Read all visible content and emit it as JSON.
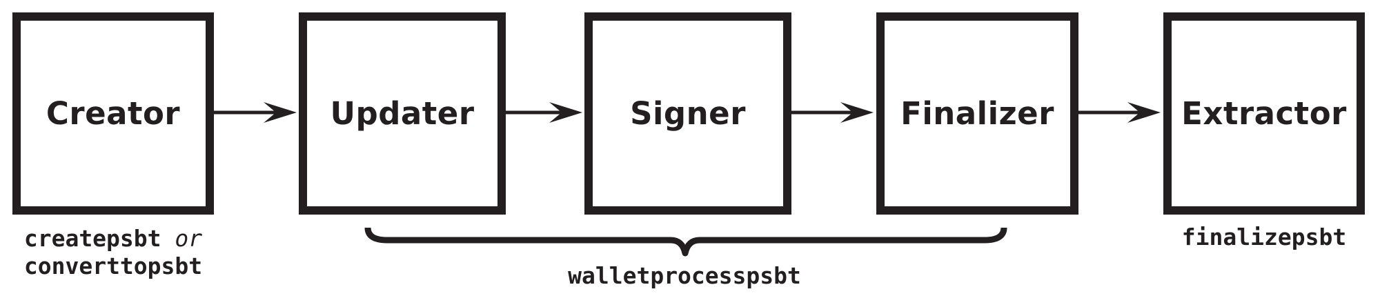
{
  "colors": {
    "ink": "#231f20",
    "background": "#ffffff"
  },
  "boxes": [
    {
      "label": "Creator"
    },
    {
      "label": "Updater"
    },
    {
      "label": "Signer"
    },
    {
      "label": "Finalizer"
    },
    {
      "label": "Extractor"
    }
  ],
  "arrows": [
    {
      "from": "Creator",
      "to": "Updater"
    },
    {
      "from": "Updater",
      "to": "Signer"
    },
    {
      "from": "Signer",
      "to": "Finalizer"
    },
    {
      "from": "Finalizer",
      "to": "Extractor"
    }
  ],
  "annotations": {
    "creator_note": {
      "command_1": "createpsbt",
      "conjunction": "or",
      "command_2": "converttopsbt"
    },
    "brace": {
      "label": "walletprocesspsbt",
      "spans": [
        "Updater",
        "Signer",
        "Finalizer"
      ]
    },
    "extractor_note": {
      "command": "finalizepsbt"
    }
  }
}
